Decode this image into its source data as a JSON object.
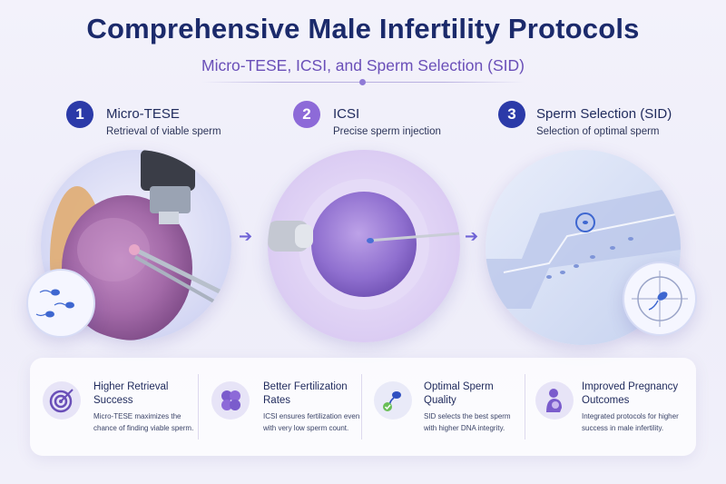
{
  "header": {
    "title": "Comprehensive Male Infertility Protocols",
    "subtitle": "Micro-TESE, ICSI, and Sperm Selection (SID)"
  },
  "steps": [
    {
      "number": "1",
      "title": "Micro-TESE",
      "description": "Retrieval of viable sperm",
      "color": "#2b3aa8"
    },
    {
      "number": "2",
      "title": "ICSI",
      "description": "Precise sperm injection",
      "color": "#8d6ad8"
    },
    {
      "number": "3",
      "title": "Sperm Selection (SID)",
      "description": "Selection of optimal sperm",
      "color": "#2b3aa8"
    }
  ],
  "benefits": [
    {
      "title_line1": "Higher Retrieval",
      "title_line2": "Success",
      "desc_line1": "Micro-TESE maximizes the",
      "desc_line2": "chance of finding viable sperm.",
      "icon": "target-icon"
    },
    {
      "title_line1": "Better Fertilization",
      "title_line2": "Rates",
      "desc_line1": "ICSI ensures fertilization even",
      "desc_line2": "with very low sperm count.",
      "icon": "cells-icon"
    },
    {
      "title_line1": "Optimal Sperm",
      "title_line2": "Quality",
      "desc_line1": "SID selects the best sperm",
      "desc_line2": "with higher DNA integrity.",
      "icon": "sperm-check-icon"
    },
    {
      "title_line1": "Improved Pregnancy",
      "title_line2": "Outcomes",
      "desc_line1": "Integrated protocols for higher",
      "desc_line2": "success in male infertility.",
      "icon": "mother-baby-icon"
    }
  ],
  "colors": {
    "navy": "#1b2a6b",
    "purple": "#6a4fb8",
    "accent_blue": "#2b3aa8",
    "accent_violet": "#8d6ad8"
  }
}
